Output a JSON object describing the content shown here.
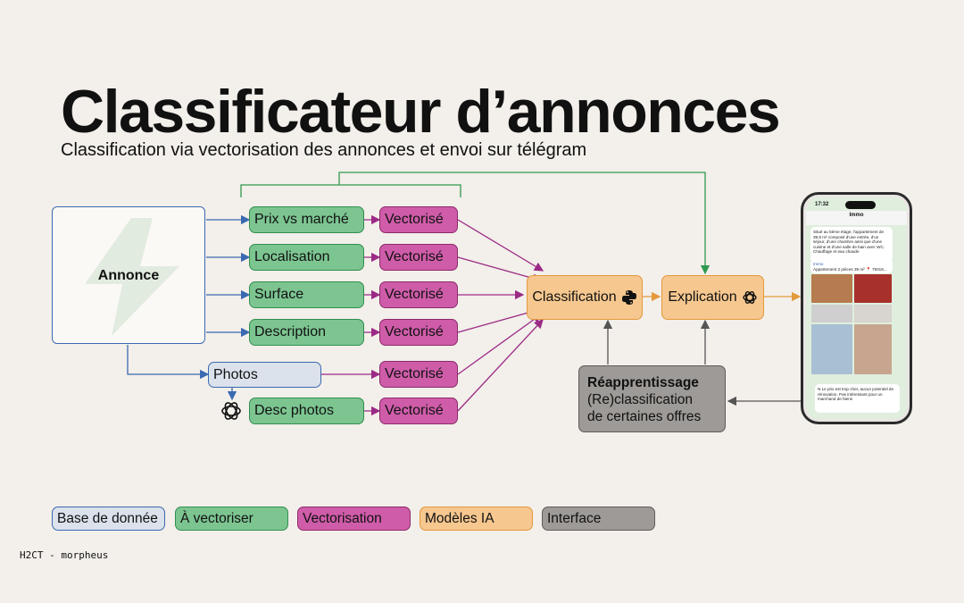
{
  "header": {
    "title": "Classificateur d’annonces",
    "subtitle": "Classification via vectorisation des annonces et envoi sur télégram"
  },
  "source": {
    "label": "Annonce"
  },
  "features": {
    "prix": "Prix vs marché",
    "localisation": "Localisation",
    "surface": "Surface",
    "description": "Description",
    "photos": "Photos",
    "desc_photos": "Desc photos"
  },
  "vectorise_label": "Vectorisé",
  "models": {
    "classification": "Classification",
    "explication": "Explication"
  },
  "feedback": {
    "title": "Réapprentissage",
    "line1": "(Re)classification",
    "line2": "de certaines offres"
  },
  "legend": {
    "base": "Base de donnée",
    "a_vectoriser": "À vectoriser",
    "vectorisation": "Vectorisation",
    "modeles": "Modèles IA",
    "interface": "Interface"
  },
  "footer": "H2CT - morpheus",
  "phone": {
    "time": "17:32",
    "chat_name": "Immo",
    "msg1": "Situé au 5ème étage, l'appartement de 39.8 m² composé d'une entrée, d'un séjour, d'une chambre ainsi que d'une cuisine et d'une salle de bain avec WC. Chauffage et eau chaude",
    "msg2_sender": "Immo",
    "msg2": "Appartement 2 pièces 39 m² 📍 75018...",
    "msg3": "N Le prix est trop cher, aucun potentiel de rénovation. Pas intéressant pour un marchand de biens"
  },
  "colors": {
    "background": "#f3efea",
    "feature_green": "#7cc591",
    "vector_pink": "#cf5ca9",
    "model_orange": "#f6c78f",
    "database_blue": "#dbe2ec",
    "interface_gray": "#9d9a97"
  }
}
